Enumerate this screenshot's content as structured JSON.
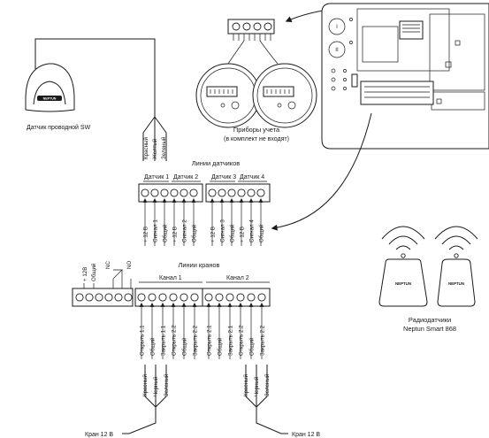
{
  "wired_sensor": {
    "label": "Датчик проводной SW",
    "logo": "NEPTUN"
  },
  "sensor_cable": [
    "Красный",
    "Желтый",
    "Зеленый"
  ],
  "meters": {
    "title": "Приборы учета",
    "subtitle": "(в комплект не входят)"
  },
  "controller_buttons": [
    "I",
    "II"
  ],
  "sensor_lines": {
    "title": "Линии датчиков",
    "headers": [
      "Датчик 1",
      "Датчик 2",
      "Датчик 3",
      "Датчик 4"
    ],
    "pins": [
      "+ 12 В",
      "Сигнал 1",
      "Общий",
      "+ 12 В",
      "Сигнал 2",
      "Общий",
      "+ 12 В",
      "Сигнал 3",
      "Общий",
      "+ 12 В",
      "Сигнал 4",
      "Общий"
    ]
  },
  "power_block": {
    "labels": [
      "+ 12В",
      "Общий",
      "NC",
      "NO"
    ]
  },
  "valve_lines": {
    "title": "Линии кранов",
    "headers": [
      "Канал 1",
      "Канал 2"
    ],
    "pins": [
      "Открыть 1.1",
      "Общий",
      "Закрыть 1.1",
      "Открыть 2.2",
      "Общий",
      "Закрыть 2.2",
      "Открыть 2.1",
      "Общий",
      "Закрыть 2.1",
      "Открыть 2.2",
      "Общий",
      "Закрыть 2.2"
    ]
  },
  "valve_cable": [
    "Красный",
    "Черный",
    "Зеленый"
  ],
  "valves": [
    "Кран 12 В",
    "Кран 12 В"
  ],
  "radio_sensors": {
    "title": "Радиодатчики",
    "subtitle": "Neptun Smart 868",
    "logo": "NEPTUN"
  }
}
